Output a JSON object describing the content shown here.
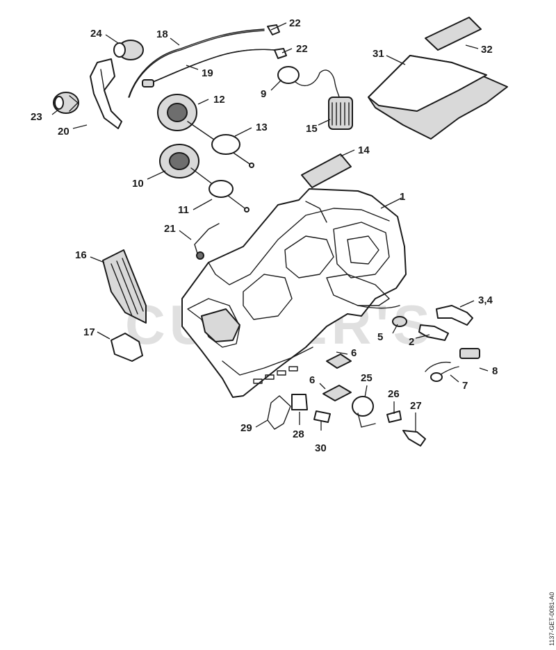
{
  "watermark": "CUTTER'S",
  "doc_id": "1137-GET-0081-A0",
  "callouts": {
    "p1": "1",
    "p2": "2",
    "p34": "3,4",
    "p5": "5",
    "p6a": "6",
    "p6b": "6",
    "p7": "7",
    "p8": "8",
    "p9": "9",
    "p10": "10",
    "p11": "11",
    "p12": "12",
    "p13": "13",
    "p14": "14",
    "p15": "15",
    "p16": "16",
    "p17": "17",
    "p18": "18",
    "p19": "19",
    "p20": "20",
    "p21": "21",
    "p22a": "22",
    "p22b": "22",
    "p23": "23",
    "p24": "24",
    "p25": "25",
    "p26": "26",
    "p27": "27",
    "p28": "28",
    "p29": "29",
    "p30": "30",
    "p31": "31",
    "p32": "32"
  }
}
